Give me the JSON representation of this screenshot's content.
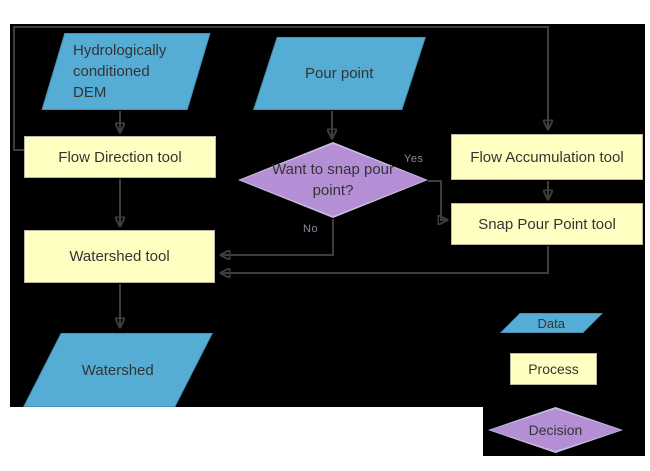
{
  "nodes": {
    "dem": "Hydrologically conditioned DEM",
    "pour_point": "Pour point",
    "flow_direction": "Flow Direction tool",
    "decision": "Want to snap pour point?",
    "flow_accumulation": "Flow Accumulation tool",
    "snap_pour_point": "Snap Pour Point tool",
    "watershed_tool": "Watershed tool",
    "watershed": "Watershed"
  },
  "edge_labels": {
    "yes": "Yes",
    "no": "No"
  },
  "legend": [
    {
      "type": "data",
      "label": "Data"
    },
    {
      "type": "process",
      "label": "Process"
    },
    {
      "type": "decision",
      "label": "Decision"
    }
  ],
  "colors": {
    "background": "#000000",
    "page": "#FFFFFF",
    "data_fill": "#55ACD5",
    "process_fill": "#FFFFC2",
    "decision_fill": "#B58FD6",
    "connector": "#3D3D3D",
    "text": "#343434"
  }
}
